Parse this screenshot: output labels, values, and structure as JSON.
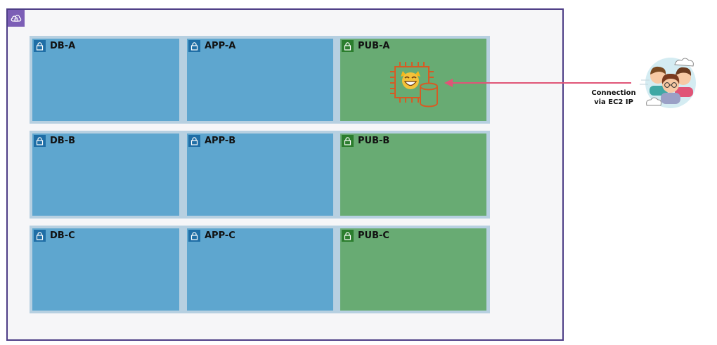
{
  "vpc": {
    "icon": "cloud-lock-icon"
  },
  "rows": [
    {
      "subnets": [
        {
          "label": "DB-A",
          "type": "private"
        },
        {
          "label": "APP-A",
          "type": "private"
        },
        {
          "label": "PUB-A",
          "type": "public"
        }
      ]
    },
    {
      "subnets": [
        {
          "label": "DB-B",
          "type": "private"
        },
        {
          "label": "APP-B",
          "type": "private"
        },
        {
          "label": "PUB-B",
          "type": "public"
        }
      ]
    },
    {
      "subnets": [
        {
          "label": "DB-C",
          "type": "private"
        },
        {
          "label": "APP-C",
          "type": "private"
        },
        {
          "label": "PUB-C",
          "type": "public"
        }
      ]
    }
  ],
  "instance": {
    "icon": "ec2-chip-icon",
    "badge": "grinning-cat-emoji",
    "storage_icon": "database-cylinder-icon"
  },
  "connection": {
    "line1": "Connection",
    "line2": "via EC2 IP",
    "arrow_color": "#e05577"
  },
  "users": {
    "icon": "users-group-icon"
  },
  "colors": {
    "private_subnet": "#5ea6cf",
    "public_subnet": "#68ab73",
    "vpc_border": "#4d3d86",
    "instance": "#d65b24"
  }
}
